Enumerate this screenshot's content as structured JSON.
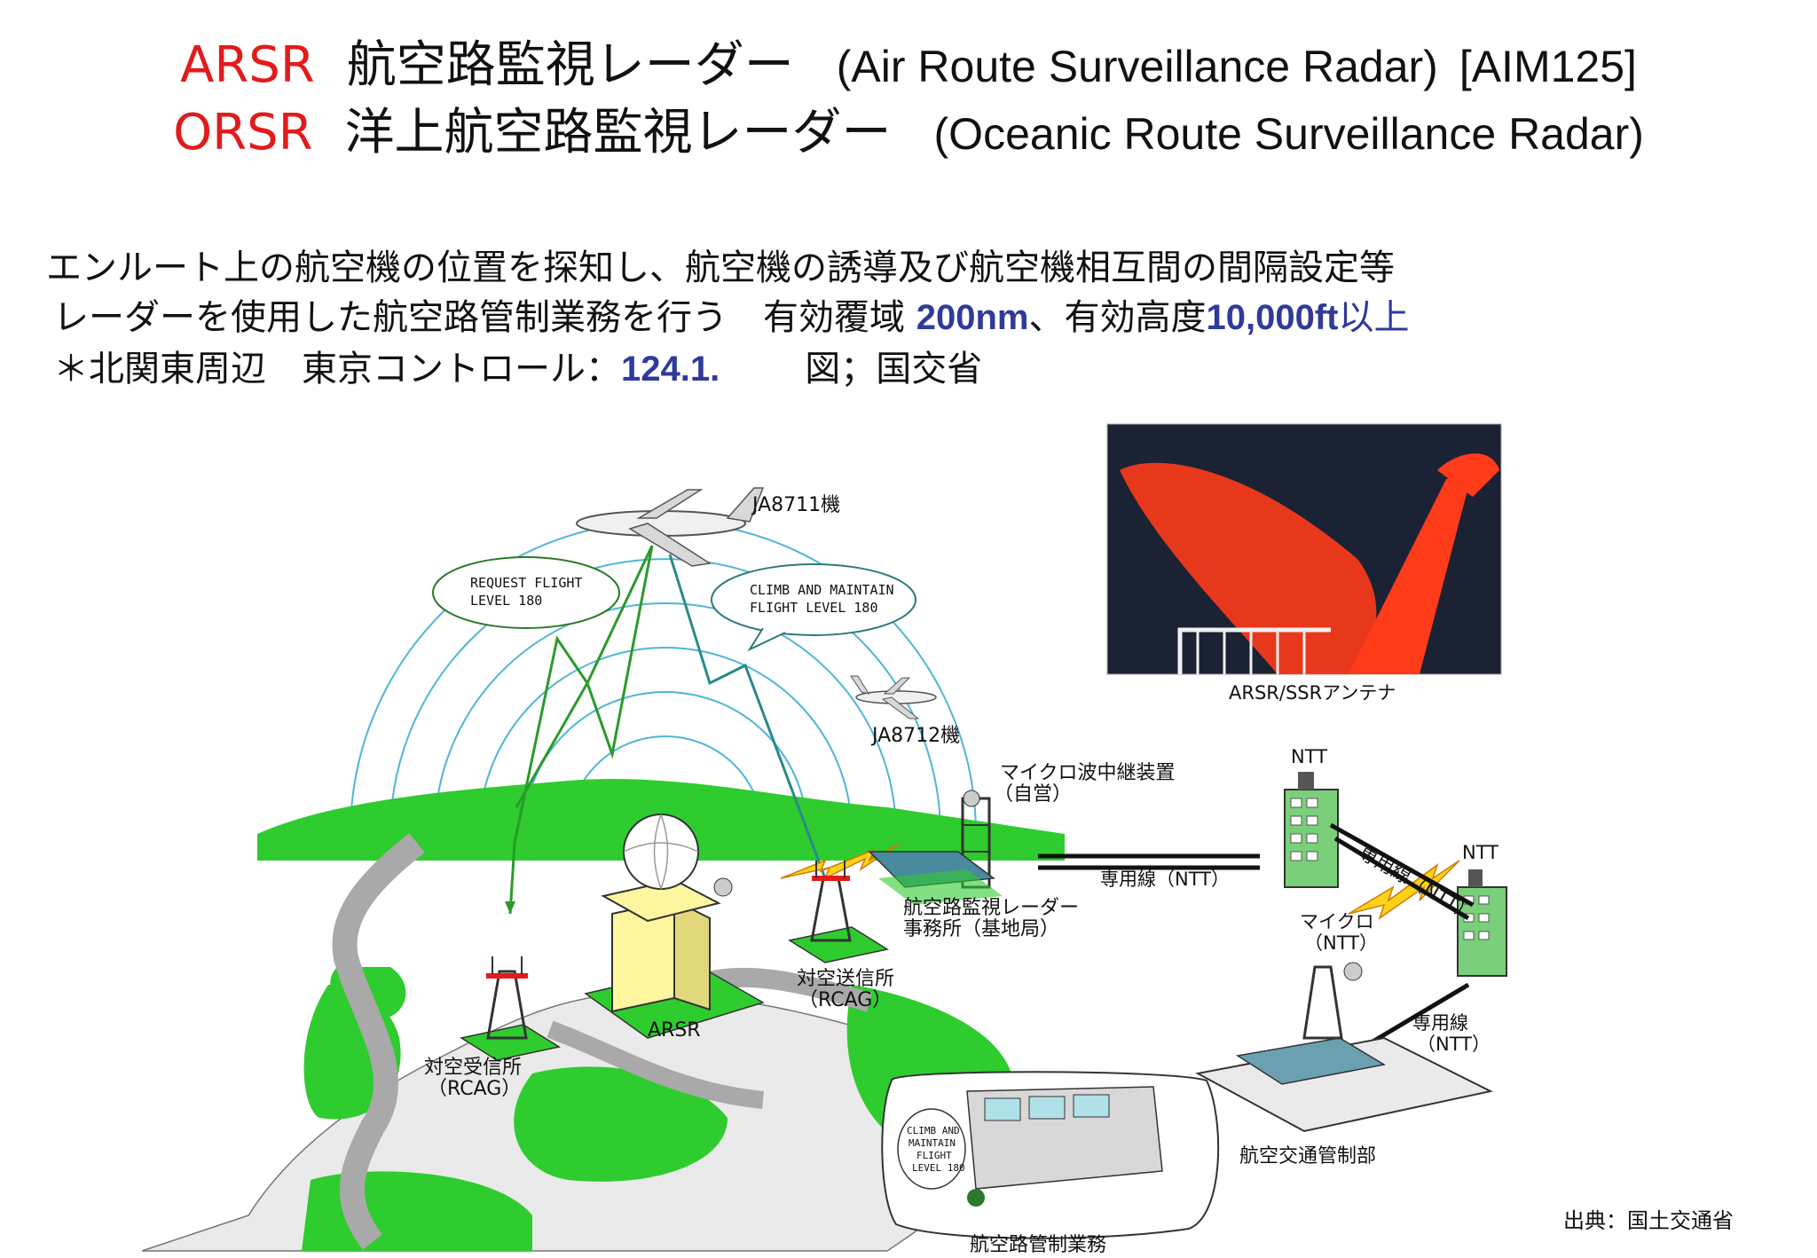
{
  "title": {
    "line1": {
      "abbr": "ARSR",
      "jp": "航空路監視レーダー",
      "en": "(Air Route Surveillance Radar)",
      "ref": "[AIM125]"
    },
    "line2": {
      "abbr": "ORSR",
      "jp": "洋上航空路監視レーダー",
      "en": "(Oceanic Route Surveillance Radar)"
    }
  },
  "description": {
    "line1": "エンルート上の航空機の位置を探知し、航空機の誘導及び航空機相互間の間隔設定等",
    "line2_a": "レーダーを使用した航空路管制業務を行う　有効覆域 ",
    "line2_range": "200nm",
    "line2_b": "、有効高度",
    "line2_alt": "10,000ft",
    "line2_c": "以上",
    "line3_a": "＊北関東周辺　東京コントロール：",
    "line3_freq": "124.1.",
    "line3_b": "図；国交省"
  },
  "diagram": {
    "aircraft1": "JA8711機",
    "aircraft2": "JA8712機",
    "bubble_request_1": "REQUEST FLIGHT",
    "bubble_request_2": "LEVEL 180",
    "bubble_climb_1": "CLIMB AND MAINTAIN",
    "bubble_climb_2": "FLIGHT LEVEL 180",
    "photo_caption": "ARSR/SSRアンテナ",
    "microwave_relay_1": "マイクロ波中継装置",
    "microwave_relay_2": "（自営）",
    "ntt_top": "NTT",
    "ntt_right": "NTT",
    "leased_line_1": "専用線（NTT）",
    "leased_line_2": "専用線（NTT）",
    "microwave_ntt_1": "マイクロ",
    "microwave_ntt_2": "（NTT）",
    "leased_line_3a": "専用線",
    "leased_line_3b": "（NTT）",
    "office_1": "航空路監視レーダー",
    "office_2": "事務所（基地局）",
    "transmitter_1": "対空送信所",
    "transmitter_2": "（RCAG）",
    "arsr_label": "ARSR",
    "receiver_1": "対空受信所",
    "receiver_2": "（RCAG）",
    "control_dept": "航空交通管制部",
    "ops_label": "航空路管制業務",
    "inset_bubble_1": "CLIMB AND",
    "inset_bubble_2": "MAINTAIN",
    "inset_bubble_3": "FLIGHT",
    "inset_bubble_4": "LEVEL 180"
  },
  "source": "出典：国土交通省",
  "colors": {
    "title_abbr": "#e31b1b",
    "highlight": "#2f3a9b",
    "land_green": "#2ecc2e",
    "road_gray": "#a9a9a9",
    "wave": "#4fb6d6",
    "antenna_red": "#ff3b1a",
    "photo_bg": "#1b2233"
  }
}
